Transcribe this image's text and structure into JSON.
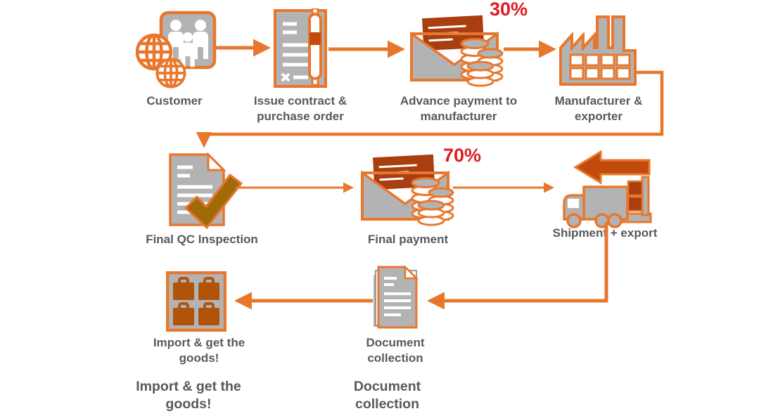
{
  "flow": {
    "nodes": [
      {
        "id": "customer",
        "icon": "people-globes-icon",
        "label": "Customer"
      },
      {
        "id": "issue-contract",
        "icon": "contract-pen-icon",
        "label": "Issue contract & purchase order"
      },
      {
        "id": "advance-payment",
        "icon": "envelope-coins-icon",
        "label": "Advance payment to manufacturer",
        "badge": "30%"
      },
      {
        "id": "manufacturer",
        "icon": "factory-icon",
        "label": "Manufacturer & exporter"
      },
      {
        "id": "final-qc",
        "icon": "document-checkmark-icon",
        "label": "Final QC Inspection"
      },
      {
        "id": "final-payment",
        "icon": "envelope-coins-icon",
        "label": "Final payment",
        "badge": "70%"
      },
      {
        "id": "shipment",
        "icon": "truck-export-arrow-icon",
        "label": "Shipment + export"
      },
      {
        "id": "import-goods",
        "icon": "suitcases-grid-icon",
        "label": "Import & get the goods!"
      },
      {
        "id": "document-collection",
        "icon": "documents-stack-icon",
        "label": "Document collection"
      }
    ],
    "duplicate_labels": [
      {
        "text": "Import & get the goods!"
      },
      {
        "text": "Document collection"
      }
    ],
    "edges": [
      {
        "from": "customer",
        "to": "issue-contract"
      },
      {
        "from": "issue-contract",
        "to": "advance-payment"
      },
      {
        "from": "advance-payment",
        "to": "manufacturer"
      },
      {
        "from": "manufacturer",
        "to": "final-qc"
      },
      {
        "from": "final-qc",
        "to": "final-payment"
      },
      {
        "from": "final-payment",
        "to": "shipment"
      },
      {
        "from": "shipment",
        "to": "document-collection"
      },
      {
        "from": "document-collection",
        "to": "import-goods"
      }
    ],
    "colors": {
      "accent_orange": "#E8772E",
      "dark_orange": "#C24A0D",
      "letter_red": "#A93E10",
      "badge_red": "#E01B22",
      "icon_gray": "#B3B3B3",
      "label_gray": "#58595B",
      "check_gold": "#A16A08",
      "suitcase_brown": "#B1540A"
    }
  }
}
